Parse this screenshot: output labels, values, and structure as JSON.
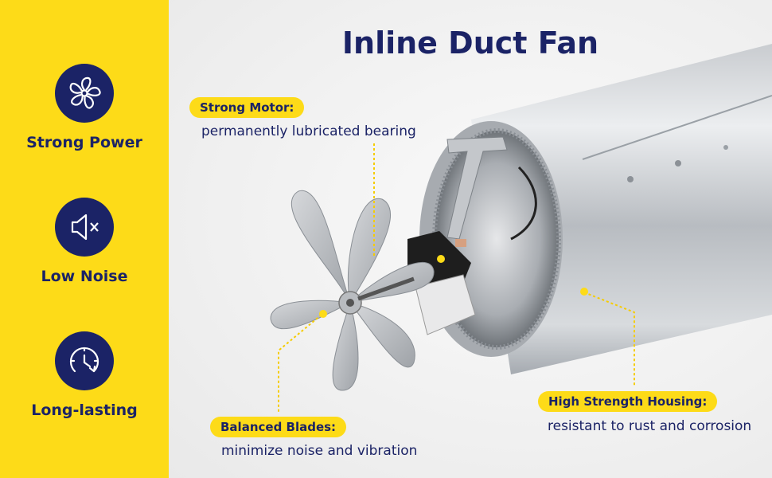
{
  "title": "Inline Duct Fan",
  "features": [
    {
      "label": "Strong Power",
      "icon": "fan-icon"
    },
    {
      "label": "Low Noise",
      "icon": "speaker-mute-icon"
    },
    {
      "label": "Long-lasting",
      "icon": "clock-icon"
    }
  ],
  "callouts": {
    "motor": {
      "label": "Strong Motor:",
      "desc": "permanently lubricated bearing"
    },
    "housing": {
      "label": "High Strength Housing:",
      "desc": "resistant to rust and corrosion"
    },
    "blades": {
      "label": "Balanced Blades:",
      "desc": "minimize noise and vibration"
    }
  },
  "colors": {
    "accent": "#fddb18",
    "navy": "#1b2366"
  }
}
